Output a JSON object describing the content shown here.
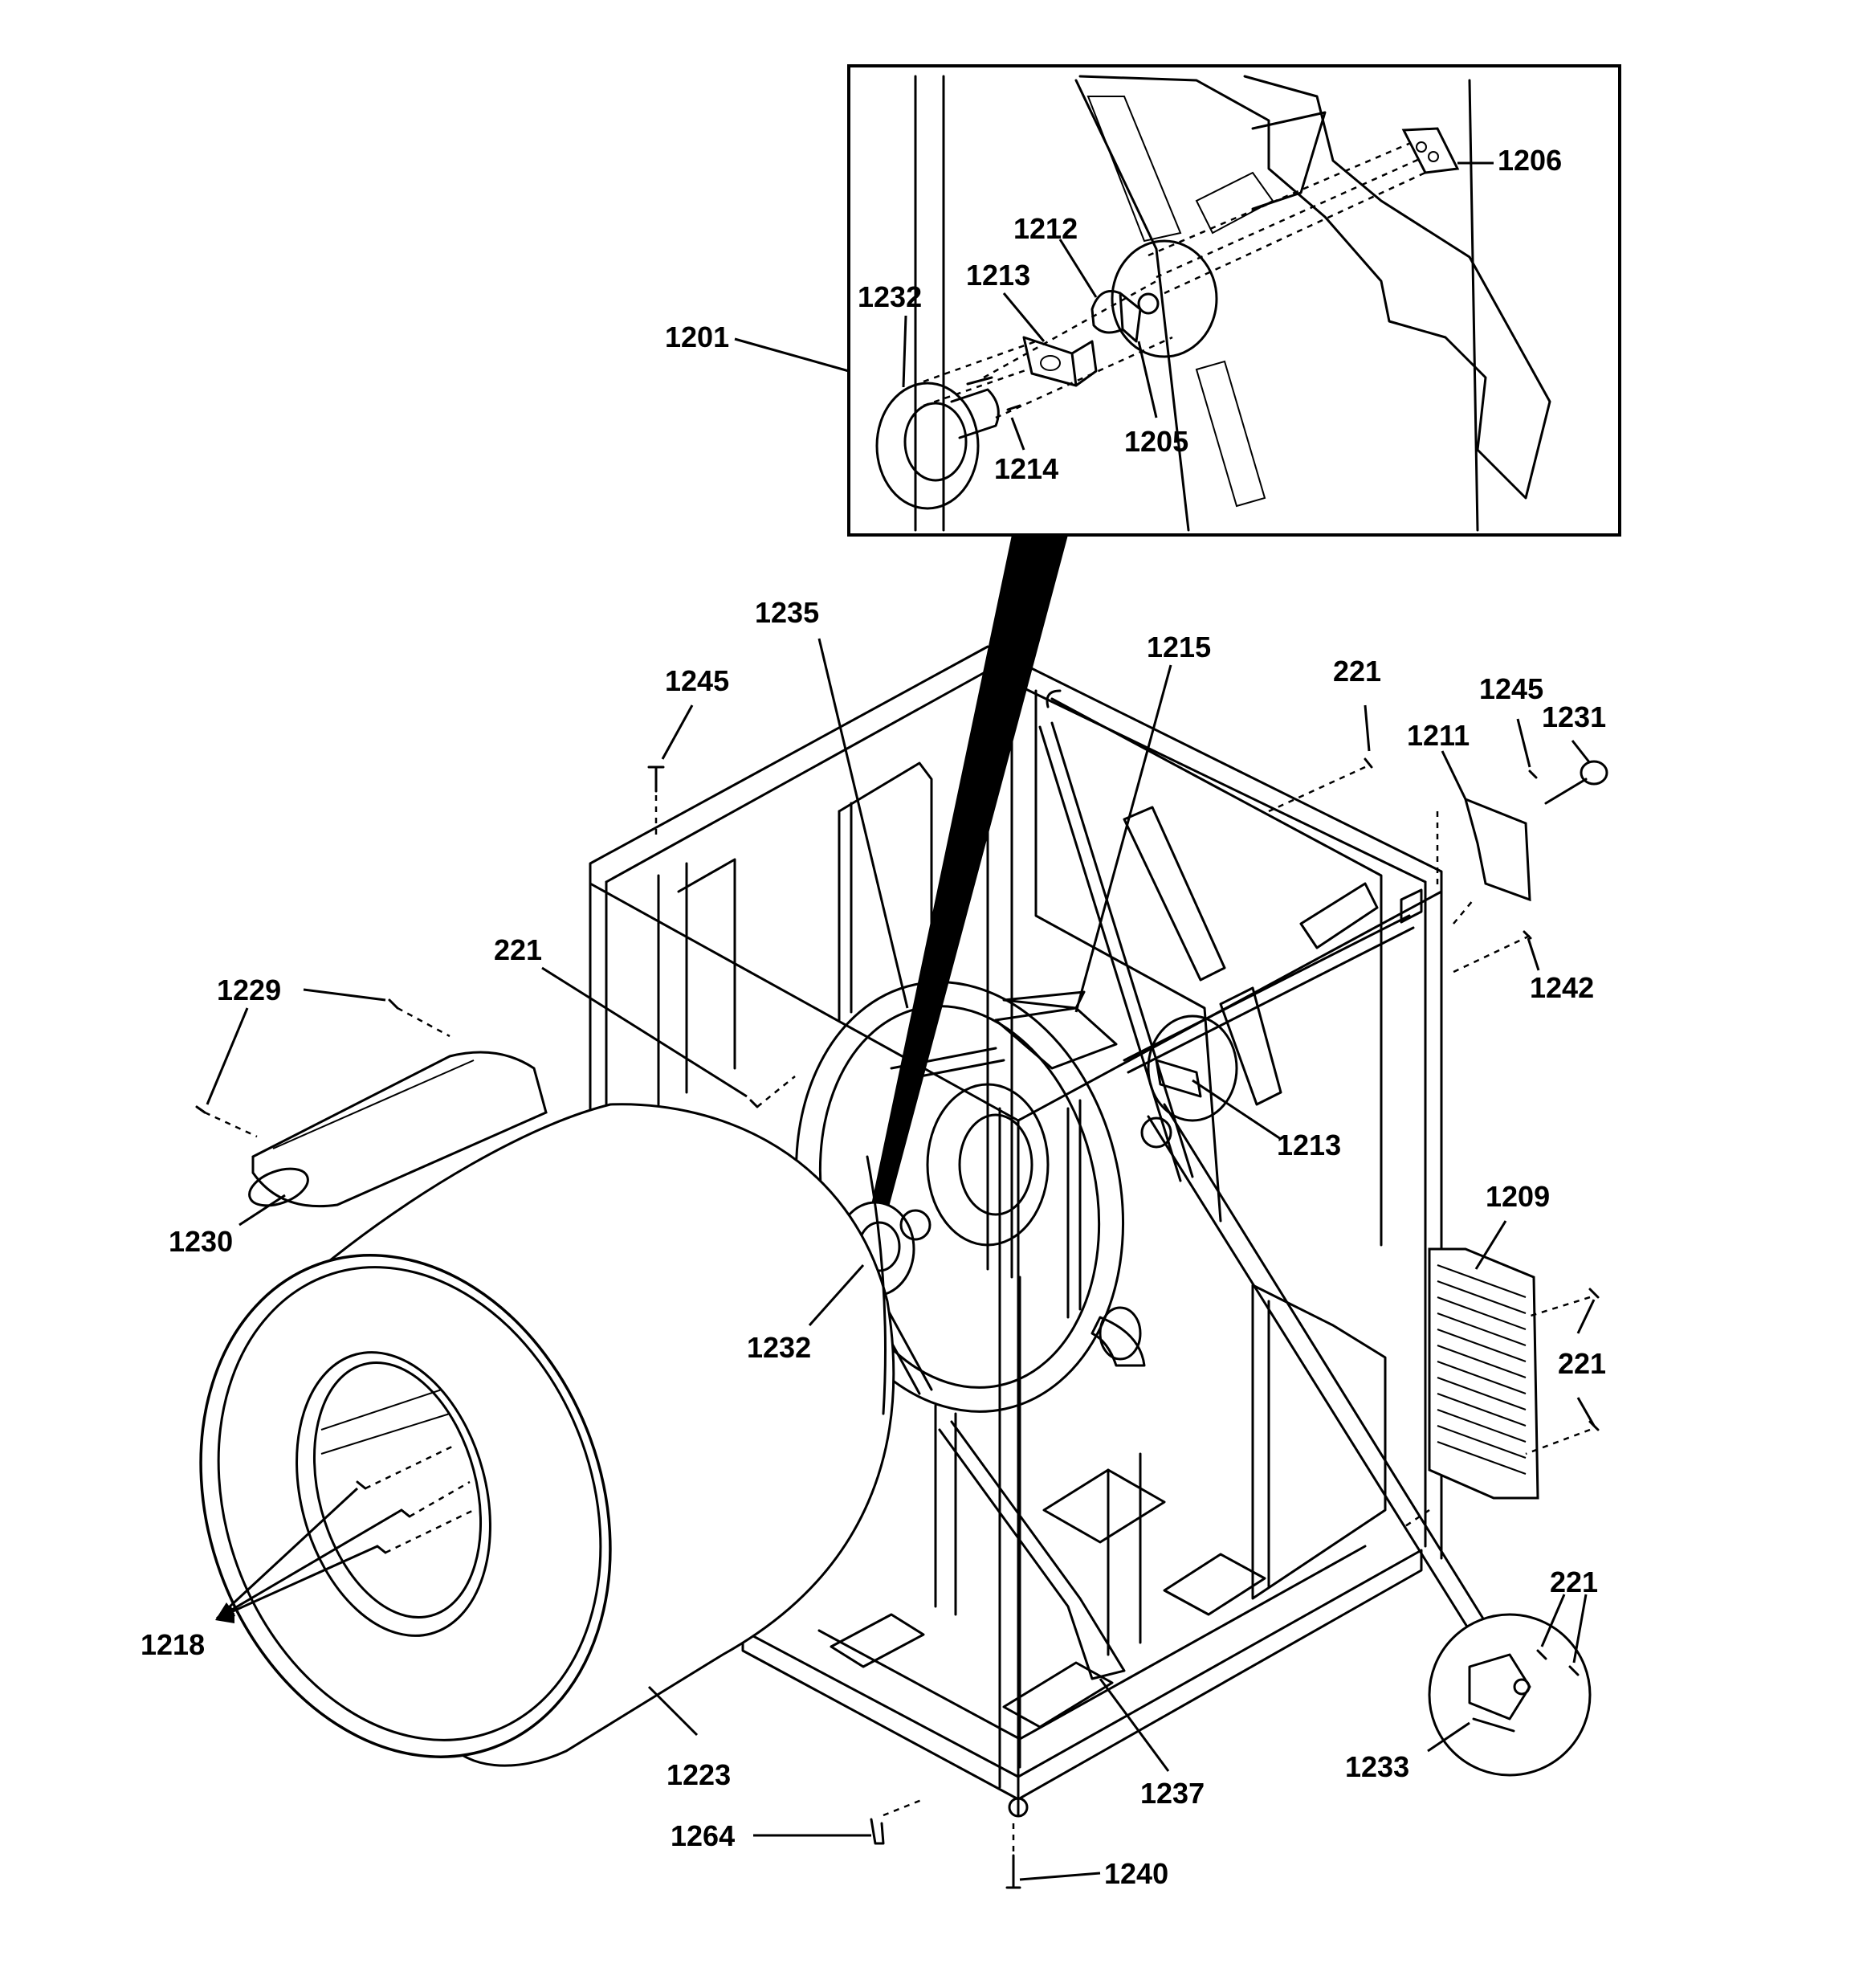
{
  "callouts": {
    "inset_assembly": "1201",
    "shield": "1206",
    "bearing_1212": "1212",
    "bracket_1213_inset": "1213",
    "bearing_housing_1232_inset": "1232",
    "screw_1214": "1214",
    "shaft_1205": "1205",
    "roller_1235": "1235",
    "belt_1215": "1215",
    "screw_221_top": "221",
    "screw_1245_left": "1245",
    "screw_1245_right": "1245",
    "thermostat_1231": "1231",
    "bracket_1211": "1211",
    "screw_1242": "1242",
    "screw_221_left": "221",
    "screw_1229": "1229",
    "duct_1230": "1230",
    "bracket_1213_main": "1213",
    "panel_1209": "1209",
    "screw_221_right": "221",
    "bearing_1232_main": "1232",
    "screw_1218": "1218",
    "drum_1223": "1223",
    "screw_221_bottom": "221",
    "switch_1233": "1233",
    "idler_1237": "1237",
    "clip_1264": "1264",
    "screw_1240": "1240"
  }
}
